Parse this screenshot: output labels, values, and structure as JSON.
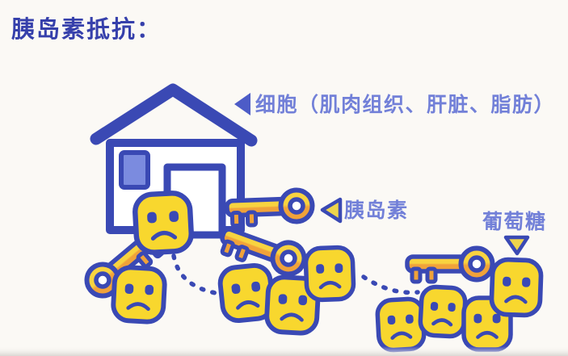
{
  "title": "胰岛素抵抗：",
  "labels": {
    "cell": "细胞（肌肉组织、肝脏、脂肪）",
    "insulin": "胰岛素",
    "glucose": "葡萄糖"
  },
  "figure": {
    "house_meaning": "细胞",
    "key_meaning": "胰岛素",
    "face_meaning": "葡萄糖",
    "glucose_face_count": 9,
    "insulin_key_count": 4
  },
  "colors": {
    "background": "#fbf9f5",
    "outline": "#3a49b4",
    "title_text": "#3640ab",
    "label_text": "#7280d8",
    "face_fill": "#f8d72e",
    "key_orange": "#f0a23a",
    "key_yellow": "#f8d340",
    "window_fill": "#7b8bdf",
    "door_fill": "#ffffff",
    "wall_fill": "#ffffff",
    "pointer_solid": "#4d5cc7",
    "pointer_yellow": "#eed44c",
    "bottom_shade": "#d9d6d2"
  }
}
